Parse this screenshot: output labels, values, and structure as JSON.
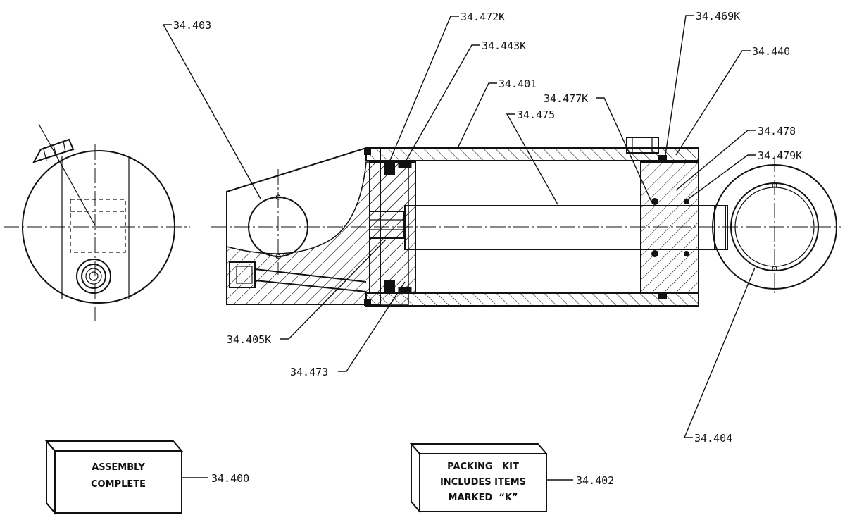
{
  "callouts": {
    "c403": "34.403",
    "c472k": "34.472K",
    "c443k": "34.443K",
    "c401": "34.401",
    "c475": "34.475",
    "c477k": "34.477K",
    "c469k": "34.469K",
    "c440": "34.440",
    "c478": "34.478",
    "c479k": "34.479K",
    "c405k": "34.405K",
    "c473": "34.473",
    "c404": "34.404",
    "c400": "34.400",
    "c402": "34.402"
  },
  "boxes": {
    "assembly": {
      "line1": "ASSEMBLY",
      "line2": "COMPLETE"
    },
    "packing": {
      "line1": "PACKING   KIT",
      "line2": "INCLUDES ITEMS",
      "line3": "MARKED  “K”"
    }
  }
}
